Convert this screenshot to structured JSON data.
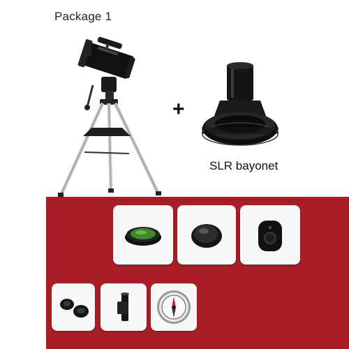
{
  "header": {
    "title": "Package 1"
  },
  "main": {
    "plus_sign": "+",
    "adapter_caption": "SLR bayonet"
  },
  "colors": {
    "panel_red": "#a81e24",
    "tile_bg": "#f7f7f7"
  },
  "accessories": [
    "green-filter-lens",
    "lens-cap",
    "bluetooth-remote-shutter",
    "eyepieces",
    "erecting-eyepiece",
    "compass"
  ]
}
